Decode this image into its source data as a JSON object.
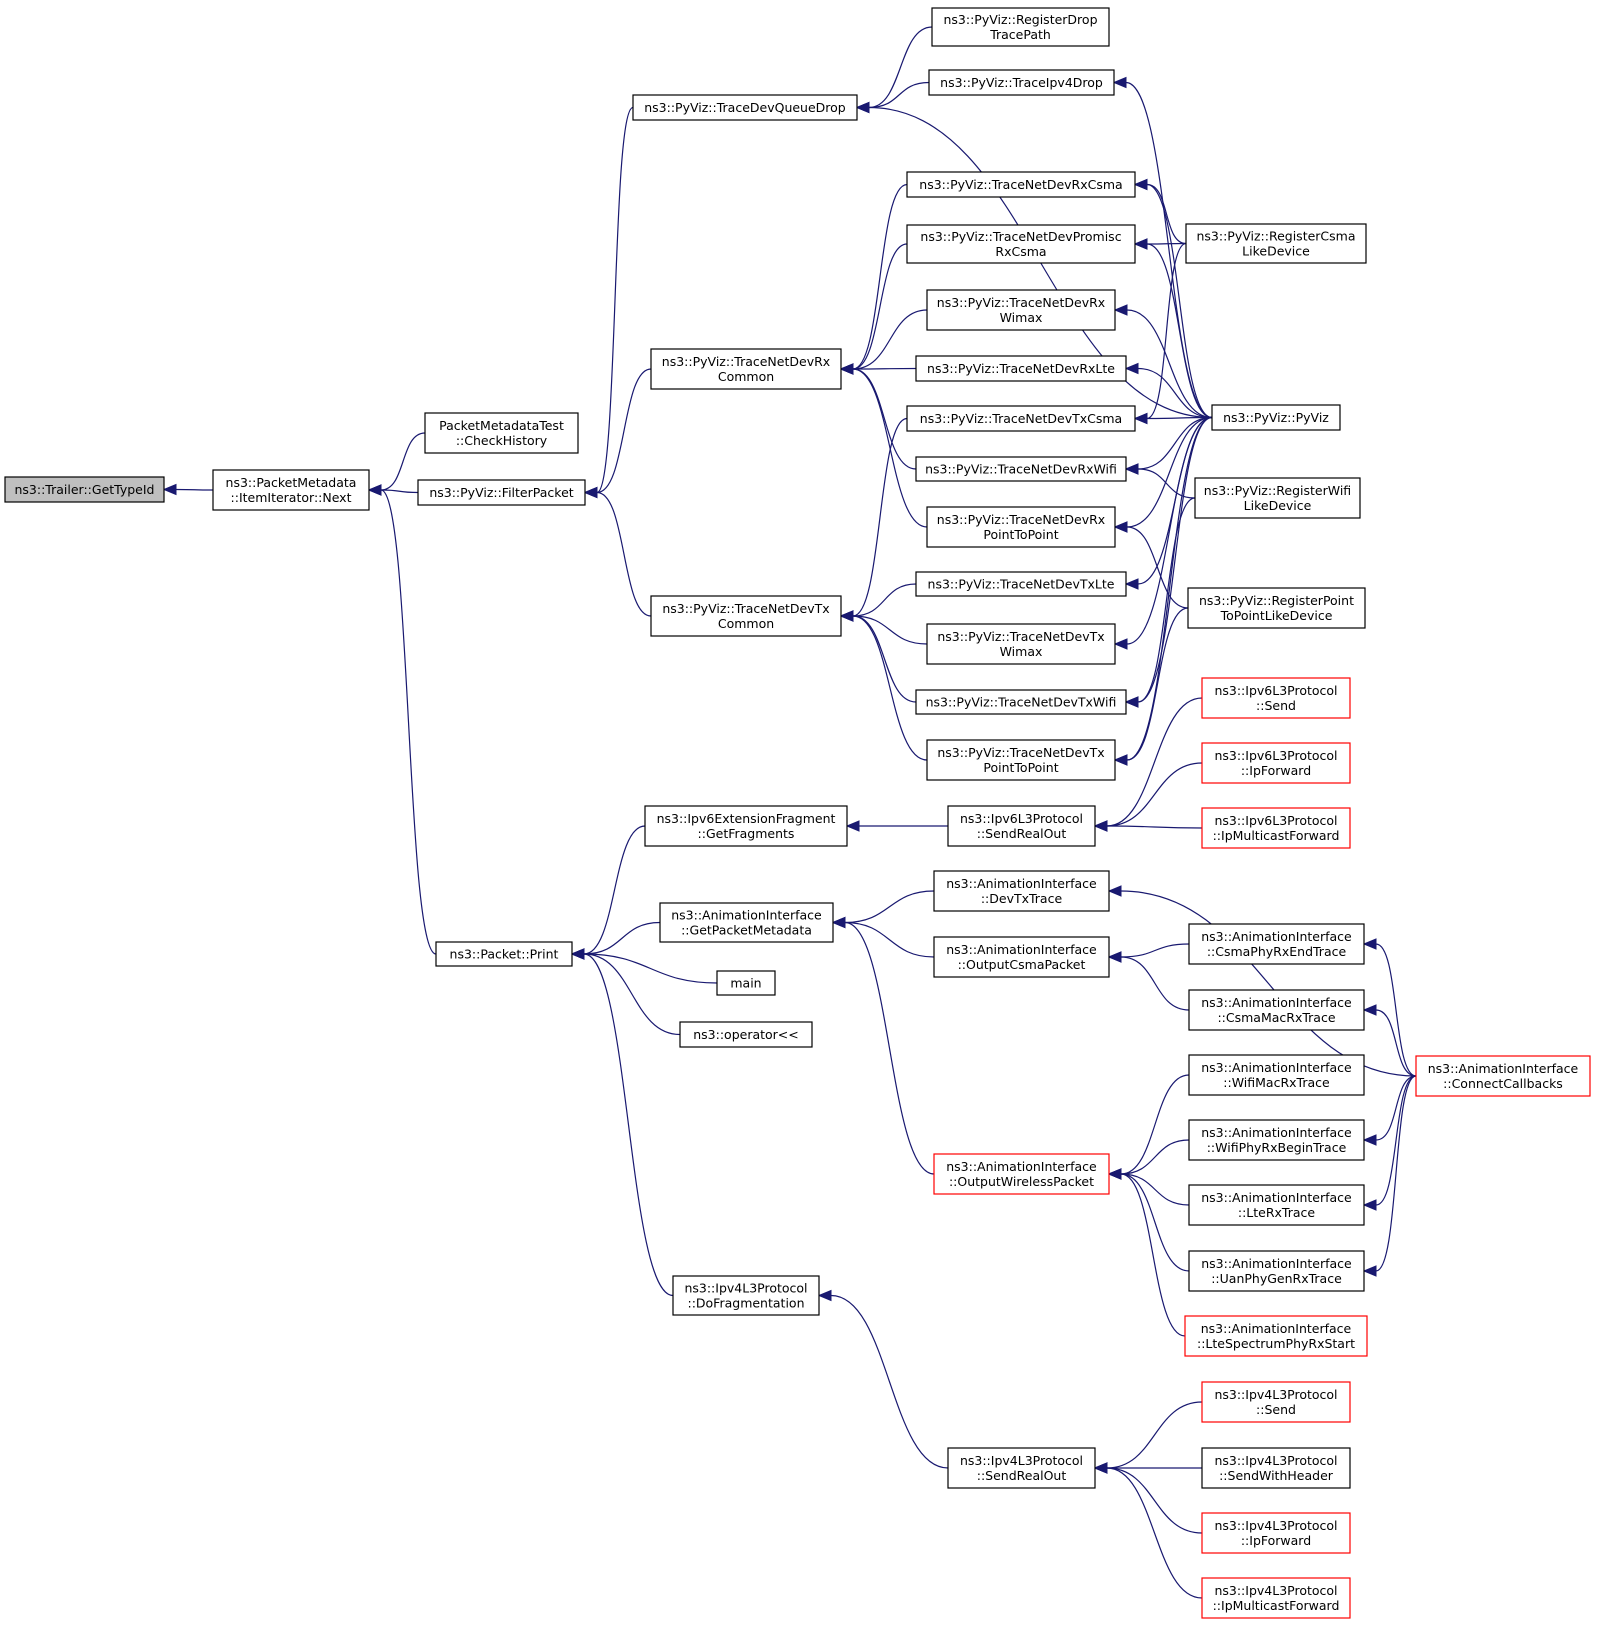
{
  "colors": {
    "edge": "#191970",
    "border": "#000000",
    "border_incomplete": "#ff0000",
    "root_fill": "#bfbfbf"
  },
  "nodes": [
    {
      "id": "gettypeid",
      "lines": [
        "ns3::Trailer::GetTypeId"
      ],
      "style": "root"
    },
    {
      "id": "next",
      "lines": [
        "ns3::PacketMetadata",
        "::ItemIterator::Next"
      ]
    },
    {
      "id": "checkhist",
      "lines": [
        "PacketMetadataTest",
        "::CheckHistory"
      ]
    },
    {
      "id": "filter",
      "lines": [
        "ns3::PyViz::FilterPacket"
      ]
    },
    {
      "id": "pprint",
      "lines": [
        "ns3::Packet::Print"
      ]
    },
    {
      "id": "devqueuedrop",
      "lines": [
        "ns3::PyViz::TraceDevQueueDrop"
      ]
    },
    {
      "id": "rxcommon",
      "lines": [
        "ns3::PyViz::TraceNetDevRx",
        "Common"
      ]
    },
    {
      "id": "txcommon",
      "lines": [
        "ns3::PyViz::TraceNetDevTx",
        "Common"
      ]
    },
    {
      "id": "getfragments",
      "lines": [
        "ns3::Ipv6ExtensionFragment",
        "::GetFragments"
      ]
    },
    {
      "id": "getpktmeta",
      "lines": [
        "ns3::AnimationInterface",
        "::GetPacketMetadata"
      ]
    },
    {
      "id": "main",
      "lines": [
        "main"
      ]
    },
    {
      "id": "oplt",
      "lines": [
        "ns3::operator<<"
      ]
    },
    {
      "id": "dofrag",
      "lines": [
        "ns3::Ipv4L3Protocol",
        "::DoFragmentation"
      ]
    },
    {
      "id": "regdrop",
      "lines": [
        "ns3::PyViz::RegisterDrop",
        "TracePath"
      ]
    },
    {
      "id": "ipv4drop",
      "lines": [
        "ns3::PyViz::TraceIpv4Drop"
      ]
    },
    {
      "id": "rxcsma",
      "lines": [
        "ns3::PyViz::TraceNetDevRxCsma"
      ]
    },
    {
      "id": "rxpromisc",
      "lines": [
        "ns3::PyViz::TraceNetDevPromisc",
        "RxCsma"
      ]
    },
    {
      "id": "rxwimax",
      "lines": [
        "ns3::PyViz::TraceNetDevRx",
        "Wimax"
      ]
    },
    {
      "id": "rxlte",
      "lines": [
        "ns3::PyViz::TraceNetDevRxLte"
      ]
    },
    {
      "id": "txcsma",
      "lines": [
        "ns3::PyViz::TraceNetDevTxCsma"
      ]
    },
    {
      "id": "rxwifi",
      "lines": [
        "ns3::PyViz::TraceNetDevRxWifi"
      ]
    },
    {
      "id": "rxp2p",
      "lines": [
        "ns3::PyViz::TraceNetDevRx",
        "PointToPoint"
      ]
    },
    {
      "id": "txlte",
      "lines": [
        "ns3::PyViz::TraceNetDevTxLte"
      ]
    },
    {
      "id": "txwimax",
      "lines": [
        "ns3::PyViz::TraceNetDevTx",
        "Wimax"
      ]
    },
    {
      "id": "txwifi",
      "lines": [
        "ns3::PyViz::TraceNetDevTxWifi"
      ]
    },
    {
      "id": "txp2p",
      "lines": [
        "ns3::PyViz::TraceNetDevTx",
        "PointToPoint"
      ]
    },
    {
      "id": "v6sendrealout",
      "lines": [
        "ns3::Ipv6L3Protocol",
        "::SendRealOut"
      ]
    },
    {
      "id": "devtxtrace",
      "lines": [
        "ns3::AnimationInterface",
        "::DevTxTrace"
      ]
    },
    {
      "id": "outcsma",
      "lines": [
        "ns3::AnimationInterface",
        "::OutputCsmaPacket"
      ]
    },
    {
      "id": "outwireless",
      "lines": [
        "ns3::AnimationInterface",
        "::OutputWirelessPacket"
      ],
      "style": "red"
    },
    {
      "id": "v4sendrealout",
      "lines": [
        "ns3::Ipv4L3Protocol",
        "::SendRealOut"
      ]
    },
    {
      "id": "regcsma",
      "lines": [
        "ns3::PyViz::RegisterCsma",
        "LikeDevice"
      ]
    },
    {
      "id": "pyviz",
      "lines": [
        "ns3::PyViz::PyViz"
      ]
    },
    {
      "id": "regwifi",
      "lines": [
        "ns3::PyViz::RegisterWifi",
        "LikeDevice"
      ]
    },
    {
      "id": "regp2p",
      "lines": [
        "ns3::PyViz::RegisterPoint",
        "ToPointLikeDevice"
      ]
    },
    {
      "id": "v6send",
      "lines": [
        "ns3::Ipv6L3Protocol",
        "::Send"
      ],
      "style": "red"
    },
    {
      "id": "v6ipfwd",
      "lines": [
        "ns3::Ipv6L3Protocol",
        "::IpForward"
      ],
      "style": "red"
    },
    {
      "id": "v6mcast",
      "lines": [
        "ns3::Ipv6L3Protocol",
        "::IpMulticastForward"
      ],
      "style": "red"
    },
    {
      "id": "csmaphyrxend",
      "lines": [
        "ns3::AnimationInterface",
        "::CsmaPhyRxEndTrace"
      ]
    },
    {
      "id": "csmamacrx",
      "lines": [
        "ns3::AnimationInterface",
        "::CsmaMacRxTrace"
      ]
    },
    {
      "id": "wifimacrx",
      "lines": [
        "ns3::AnimationInterface",
        "::WifiMacRxTrace"
      ]
    },
    {
      "id": "wifiphyrxbegin",
      "lines": [
        "ns3::AnimationInterface",
        "::WifiPhyRxBeginTrace"
      ]
    },
    {
      "id": "lterx",
      "lines": [
        "ns3::AnimationInterface",
        "::LteRxTrace"
      ]
    },
    {
      "id": "uanphygenrx",
      "lines": [
        "ns3::AnimationInterface",
        "::UanPhyGenRxTrace"
      ]
    },
    {
      "id": "ltespectrum",
      "lines": [
        "ns3::AnimationInterface",
        "::LteSpectrumPhyRxStart"
      ],
      "style": "red"
    },
    {
      "id": "v4send",
      "lines": [
        "ns3::Ipv4L3Protocol",
        "::Send"
      ],
      "style": "red"
    },
    {
      "id": "v4sendhdr",
      "lines": [
        "ns3::Ipv4L3Protocol",
        "::SendWithHeader"
      ]
    },
    {
      "id": "v4ipfwd",
      "lines": [
        "ns3::Ipv4L3Protocol",
        "::IpForward"
      ],
      "style": "red"
    },
    {
      "id": "v4mcast",
      "lines": [
        "ns3::Ipv4L3Protocol",
        "::IpMulticastForward"
      ],
      "style": "red"
    },
    {
      "id": "connectcb",
      "lines": [
        "ns3::AnimationInterface",
        "::ConnectCallbacks"
      ],
      "style": "red"
    }
  ],
  "edges": [
    {
      "from": "next",
      "to": "gettypeid"
    },
    {
      "from": "checkhist",
      "to": "next"
    },
    {
      "from": "filter",
      "to": "next"
    },
    {
      "from": "pprint",
      "to": "next"
    },
    {
      "from": "devqueuedrop",
      "to": "filter"
    },
    {
      "from": "rxcommon",
      "to": "filter"
    },
    {
      "from": "txcommon",
      "to": "filter"
    },
    {
      "from": "getfragments",
      "to": "pprint"
    },
    {
      "from": "getpktmeta",
      "to": "pprint"
    },
    {
      "from": "main",
      "to": "pprint"
    },
    {
      "from": "oplt",
      "to": "pprint"
    },
    {
      "from": "dofrag",
      "to": "pprint"
    },
    {
      "from": "regdrop",
      "to": "devqueuedrop"
    },
    {
      "from": "ipv4drop",
      "to": "devqueuedrop"
    },
    {
      "from": "pyviz",
      "to": "devqueuedrop"
    },
    {
      "from": "pyviz",
      "to": "ipv4drop"
    },
    {
      "from": "rxcsma",
      "to": "rxcommon"
    },
    {
      "from": "rxpromisc",
      "to": "rxcommon"
    },
    {
      "from": "rxwimax",
      "to": "rxcommon"
    },
    {
      "from": "rxlte",
      "to": "rxcommon"
    },
    {
      "from": "rxwifi",
      "to": "rxcommon"
    },
    {
      "from": "rxp2p",
      "to": "rxcommon"
    },
    {
      "from": "txcsma",
      "to": "txcommon"
    },
    {
      "from": "txlte",
      "to": "txcommon"
    },
    {
      "from": "txwimax",
      "to": "txcommon"
    },
    {
      "from": "txwifi",
      "to": "txcommon"
    },
    {
      "from": "txp2p",
      "to": "txcommon"
    },
    {
      "from": "regcsma",
      "to": "rxcsma"
    },
    {
      "from": "pyviz",
      "to": "rxcsma"
    },
    {
      "from": "regcsma",
      "to": "rxpromisc"
    },
    {
      "from": "pyviz",
      "to": "rxpromisc"
    },
    {
      "from": "pyviz",
      "to": "rxwimax"
    },
    {
      "from": "pyviz",
      "to": "rxlte"
    },
    {
      "from": "regcsma",
      "to": "txcsma"
    },
    {
      "from": "pyviz",
      "to": "txcsma"
    },
    {
      "from": "pyviz",
      "to": "rxwifi"
    },
    {
      "from": "regwifi",
      "to": "rxwifi"
    },
    {
      "from": "pyviz",
      "to": "rxp2p"
    },
    {
      "from": "regp2p",
      "to": "rxp2p"
    },
    {
      "from": "pyviz",
      "to": "txlte"
    },
    {
      "from": "pyviz",
      "to": "txwimax"
    },
    {
      "from": "pyviz",
      "to": "txwifi"
    },
    {
      "from": "regwifi",
      "to": "txwifi"
    },
    {
      "from": "pyviz",
      "to": "txp2p"
    },
    {
      "from": "regp2p",
      "to": "txp2p"
    },
    {
      "from": "v6sendrealout",
      "to": "getfragments"
    },
    {
      "from": "v6send",
      "to": "v6sendrealout"
    },
    {
      "from": "v6ipfwd",
      "to": "v6sendrealout"
    },
    {
      "from": "v6mcast",
      "to": "v6sendrealout"
    },
    {
      "from": "devtxtrace",
      "to": "getpktmeta"
    },
    {
      "from": "outcsma",
      "to": "getpktmeta"
    },
    {
      "from": "outwireless",
      "to": "getpktmeta"
    },
    {
      "from": "connectcb",
      "to": "devtxtrace"
    },
    {
      "from": "csmaphyrxend",
      "to": "outcsma"
    },
    {
      "from": "csmamacrx",
      "to": "outcsma"
    },
    {
      "from": "wifimacrx",
      "to": "outwireless"
    },
    {
      "from": "wifiphyrxbegin",
      "to": "outwireless"
    },
    {
      "from": "lterx",
      "to": "outwireless"
    },
    {
      "from": "uanphygenrx",
      "to": "outwireless"
    },
    {
      "from": "ltespectrum",
      "to": "outwireless"
    },
    {
      "from": "connectcb",
      "to": "csmaphyrxend"
    },
    {
      "from": "connectcb",
      "to": "csmamacrx"
    },
    {
      "from": "connectcb",
      "to": "wifiphyrxbegin"
    },
    {
      "from": "connectcb",
      "to": "lterx"
    },
    {
      "from": "connectcb",
      "to": "uanphygenrx"
    },
    {
      "from": "v4sendrealout",
      "to": "dofrag"
    },
    {
      "from": "v4send",
      "to": "v4sendrealout"
    },
    {
      "from": "v4sendhdr",
      "to": "v4sendrealout"
    },
    {
      "from": "v4ipfwd",
      "to": "v4sendrealout"
    },
    {
      "from": "v4mcast",
      "to": "v4sendrealout"
    }
  ]
}
